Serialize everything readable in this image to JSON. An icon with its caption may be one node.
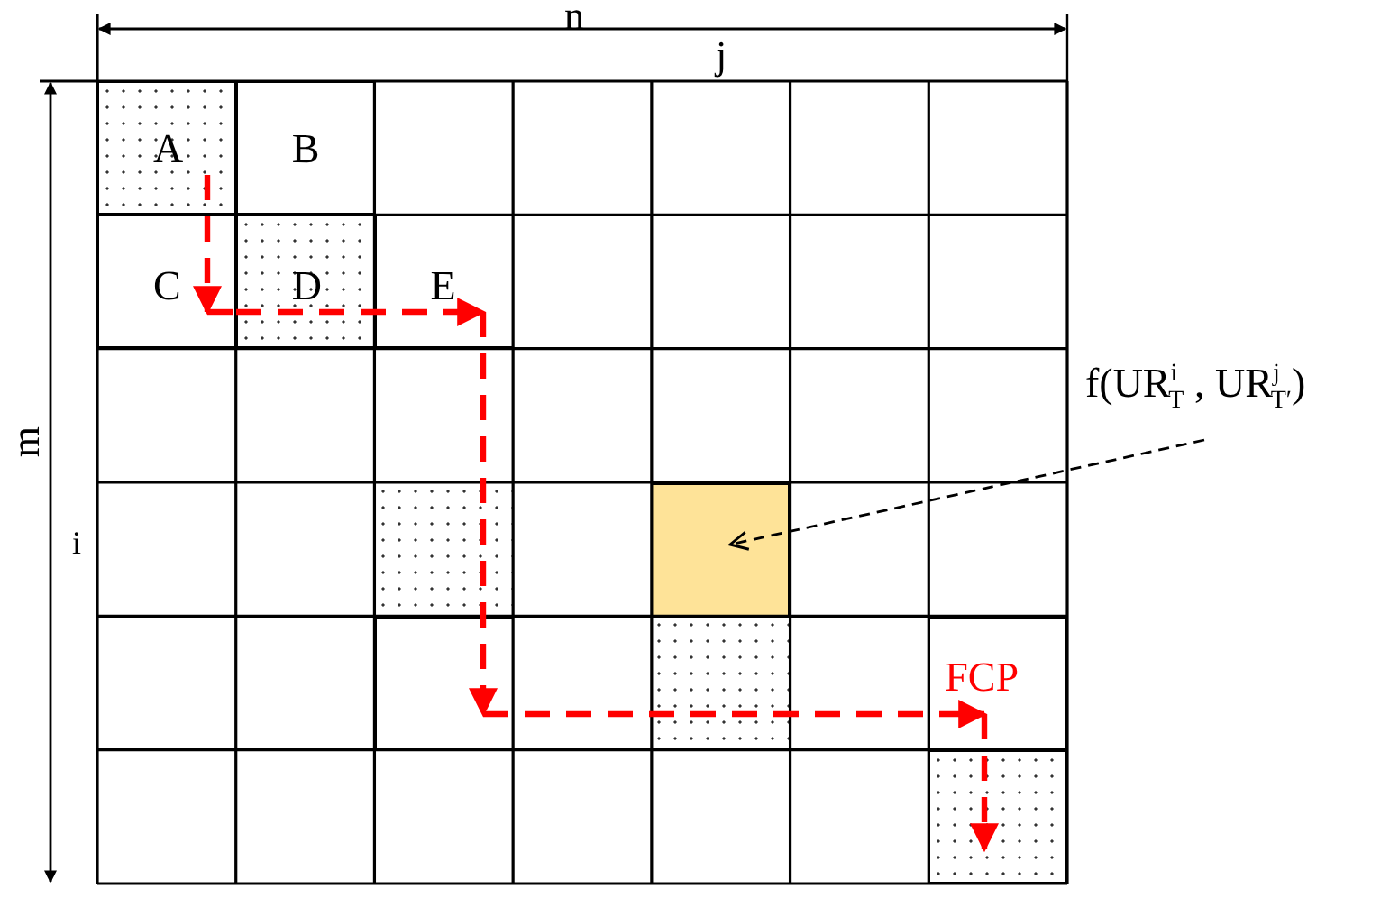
{
  "diagram": {
    "nodes": [
      {
        "text": [
          "A"
        ]
      },
      {
        "text": [
          "B"
        ]
      },
      {
        "text": [
          "C"
        ]
      },
      {
        "text": [
          "D"
        ]
      },
      {
        "text": [
          "E"
        ]
      },
      {
        "text": [],
        "shape": "box"
      },
      {
        "text": [
          "FCP"
        ]
      },
      {
        "text": [],
        "shape": "box"
      },
      {
        "text": [],
        "shape": "box"
      },
      {
        "text": [
          "f(UR$^{i}$$_{T}$ , UR$^{j}$$_{T′}$)"
        ]
      }
    ],
    "edges": [
      {
        "from": 0,
        "to": 2,
        "arrow": "to",
        "style": "dashed"
      },
      {
        "from": 2,
        "to": 3,
        "arrow": "none",
        "style": "dashed"
      },
      {
        "from": 3,
        "to": 4,
        "arrow": "to",
        "style": "dashed"
      },
      {
        "from": 4,
        "to": 5,
        "arrow": "to",
        "style": "dashed"
      },
      {
        "from": 5,
        "to": 6,
        "arrow": "to",
        "style": "dashed"
      },
      {
        "from": 6,
        "to": 7,
        "arrow": "to",
        "style": "dashed"
      },
      {
        "from": 9,
        "to": 8,
        "arrow": "to",
        "style": "dashed",
        "color": "#000000"
      }
    ],
    "labels": [
      "n",
      "j",
      "m",
      "i"
    ]
  }
}
